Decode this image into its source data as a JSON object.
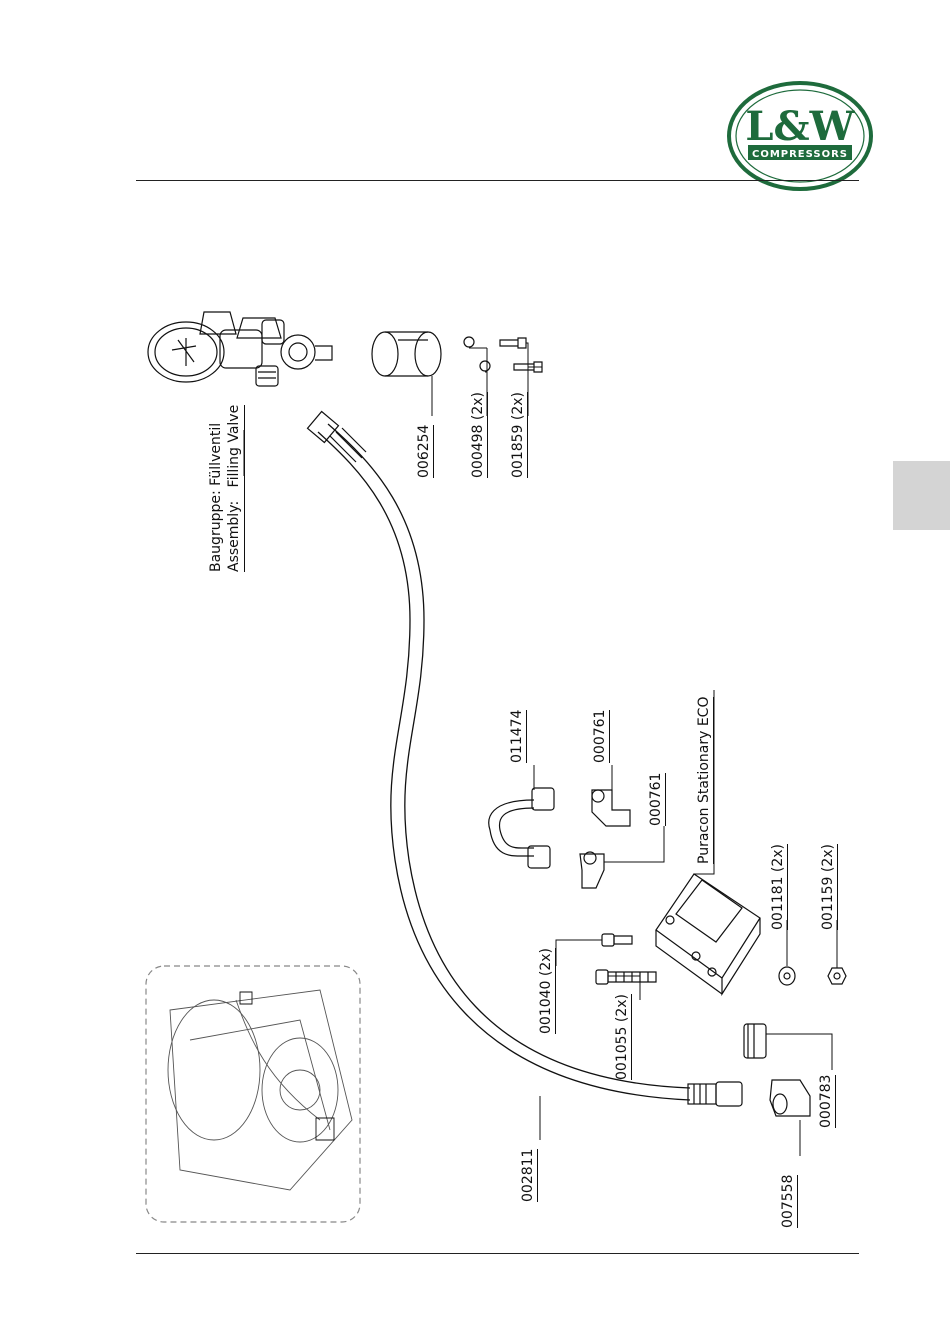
{
  "brand": {
    "logo_text": "L&W",
    "logo_subtext": "COMPRESSORS",
    "color": "#1e6b3c"
  },
  "assembly": {
    "label_de": "Baugruppe: Füllventil",
    "label_en_key": "Assembly:",
    "label_en_value": "Filling Valve"
  },
  "parts": {
    "p006254": "006254",
    "p000498": "000498 (2x)",
    "p001859": "001859 (2x)",
    "p011474": "011474",
    "p000761a": "000761",
    "p000761b": "000761",
    "puracon": "Puracon Stationary ECO",
    "p001181": "001181 (2x)",
    "p001159": "001159 (2x)",
    "p001040": "001040 (2x)",
    "p001055": "001055 (2x)",
    "p000783": "000783",
    "p007558": "007558",
    "p002811": "002811"
  }
}
